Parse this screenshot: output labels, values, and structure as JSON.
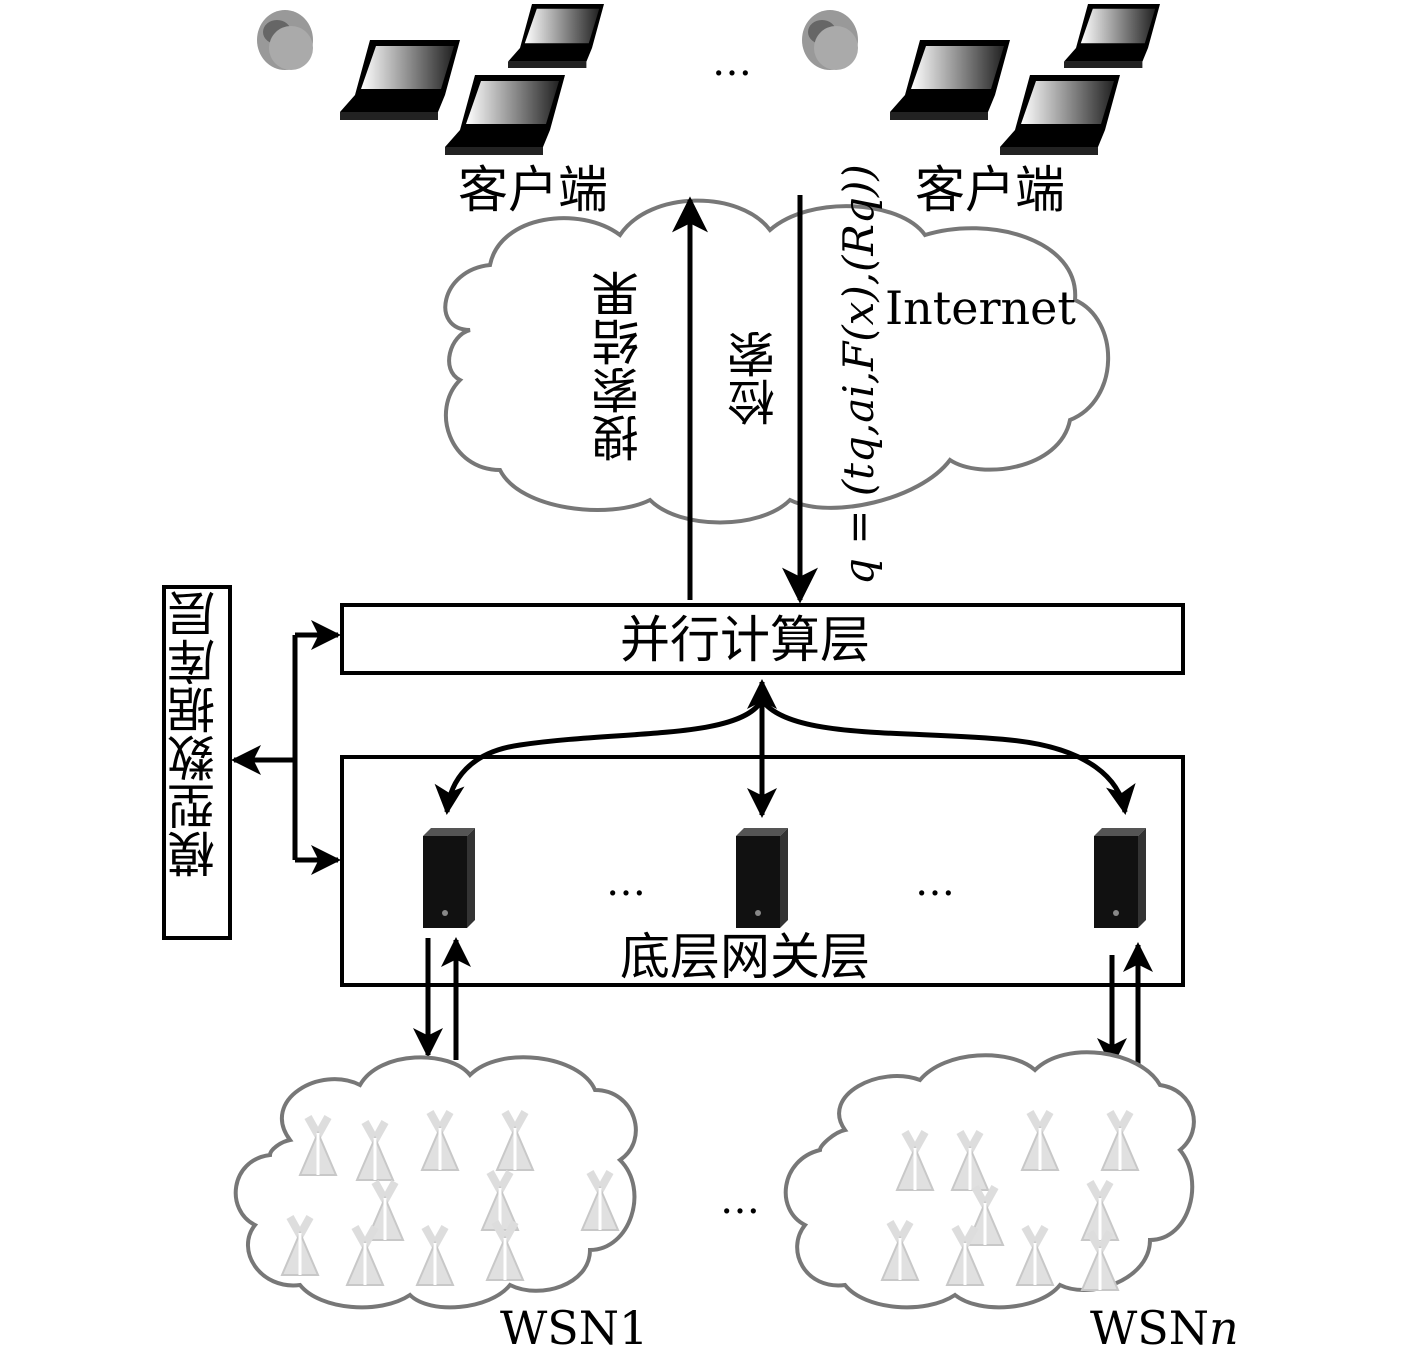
{
  "clients": [
    {
      "label": "客户端"
    },
    {
      "label": "客户端"
    }
  ],
  "client_ellipsis": "…",
  "internet": {
    "label": "Internet",
    "search_result_label": "搜索结果",
    "query_label": "检索",
    "query_formula": "q = (tq,ai,F(x),(Rq))"
  },
  "layers": {
    "parallel_compute": "并行计算层",
    "gateway": "底层网关层",
    "model_db": "模型数据库层"
  },
  "gateway_ellipsis": [
    "…",
    "…"
  ],
  "wsn": {
    "first": "WSN1",
    "last_prefix": "WSN",
    "last_suffix": "n",
    "ellipsis": "…"
  },
  "colors": {
    "line": "#000000",
    "cloud_stroke": "#777777",
    "server": "#111111",
    "antenna": "#dcdcdc"
  }
}
